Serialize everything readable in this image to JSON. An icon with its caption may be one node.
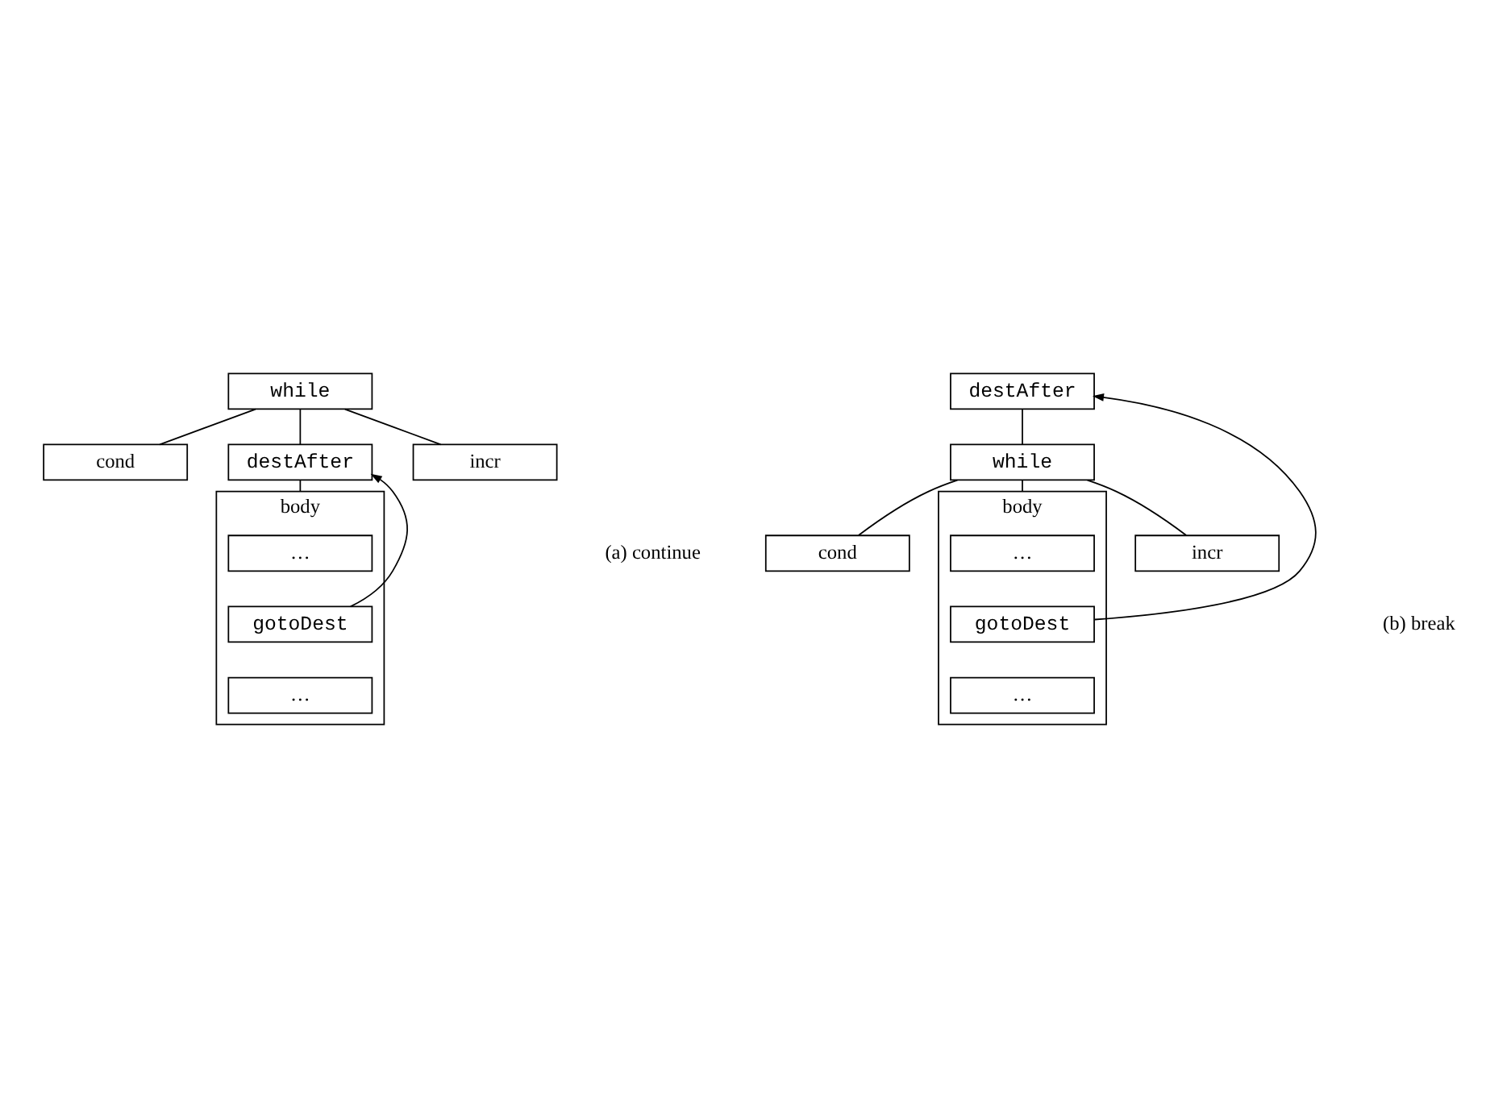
{
  "diagram": {
    "nodes": [
      {
        "text": [
          "while"
        ]
      },
      {
        "text": [
          "cond"
        ]
      },
      {
        "text": [
          "destAfter"
        ]
      },
      {
        "text": [
          "body"
        ]
      },
      {
        "text": [
          "…"
        ],
        "in": 3
      },
      {
        "text": [
          "gotoDest"
        ],
        "in": 3
      },
      {
        "text": [
          "…"
        ],
        "in": 3
      },
      {
        "text": [
          "incr"
        ]
      },
      {
        "text": [
          "destAfter"
        ]
      },
      {
        "text": [
          "while"
        ]
      },
      {
        "text": [
          "cond"
        ]
      },
      {
        "text": [
          "body"
        ]
      },
      {
        "text": [
          "…"
        ],
        "in": 11
      },
      {
        "text": [
          "gotoDest"
        ],
        "in": 11
      },
      {
        "text": [
          "…"
        ],
        "in": 11
      },
      {
        "text": [
          "incr"
        ]
      }
    ],
    "edges": [
      {
        "from": 0,
        "to": 1,
        "arrow": "none"
      },
      {
        "from": 0,
        "to": 2,
        "arrow": "none"
      },
      {
        "from": 0,
        "to": 7,
        "arrow": "none"
      },
      {
        "from": 2,
        "to": 3,
        "arrow": "none"
      },
      {
        "from": 5,
        "to": 2,
        "arrow": "to"
      },
      {
        "from": 8,
        "to": 9,
        "arrow": "none"
      },
      {
        "from": 9,
        "to": 10,
        "arrow": "none"
      },
      {
        "from": 9,
        "to": 11,
        "arrow": "none"
      },
      {
        "from": 9,
        "to": 15,
        "arrow": "none"
      },
      {
        "from": 13,
        "to": 8,
        "arrow": "to"
      }
    ],
    "labels": [
      "(a) continue",
      "(b) break"
    ]
  }
}
